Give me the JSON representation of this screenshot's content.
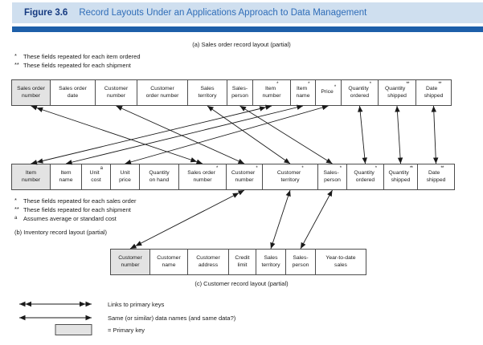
{
  "header": {
    "figure_label": "Figure 3.6",
    "title": "Record Layouts Under an Applications Approach to Data Management"
  },
  "captions": {
    "a": "(a) Sales order record layout (partial)",
    "b": "(b) Inventory record layout (partial)",
    "c": "(c) Customer record layout (partial)"
  },
  "notes": {
    "a": [
      {
        "marker": "*",
        "text": "These fields repeated for each item ordered"
      },
      {
        "marker": "**",
        "text": "These fields repeated for each shipment"
      }
    ],
    "b": [
      {
        "marker": "*",
        "text": "These fields repeated for each sales order"
      },
      {
        "marker": "**",
        "text": "These fields repeated for each shipment"
      },
      {
        "marker": "a",
        "text": "Assumes average or standard cost"
      }
    ]
  },
  "records": {
    "a": {
      "name": "Sales order record",
      "fields": [
        {
          "label": "Sales order\nnumber",
          "marker": "",
          "primary_key": true
        },
        {
          "label": "Sales order\ndate",
          "marker": "",
          "primary_key": false
        },
        {
          "label": "Customer\nnumber",
          "marker": "",
          "primary_key": false
        },
        {
          "label": "Customer\norder number",
          "marker": "",
          "primary_key": false
        },
        {
          "label": "Sales\nterritory",
          "marker": "",
          "primary_key": false
        },
        {
          "label": "Sales-\nperson",
          "marker": "",
          "primary_key": false
        },
        {
          "label": "Item\nnumber",
          "marker": "*",
          "primary_key": false
        },
        {
          "label": "Item\nname",
          "marker": "*",
          "primary_key": false
        },
        {
          "label": "Price",
          "marker": "*",
          "primary_key": false
        },
        {
          "label": "Quantity\nordered",
          "marker": "*",
          "primary_key": false
        },
        {
          "label": "Quantity\nshipped",
          "marker": "**",
          "primary_key": false
        },
        {
          "label": "Date\nshipped",
          "marker": "**",
          "primary_key": false
        }
      ]
    },
    "b": {
      "name": "Inventory record",
      "fields": [
        {
          "label": "Item\nnumber",
          "marker": "",
          "primary_key": true
        },
        {
          "label": "Item\nname",
          "marker": "",
          "primary_key": false
        },
        {
          "label": "Unit\ncost",
          "marker": "a",
          "primary_key": false
        },
        {
          "label": "Unit\nprice",
          "marker": "",
          "primary_key": false
        },
        {
          "label": "Quantity\non hand",
          "marker": "",
          "primary_key": false
        },
        {
          "label": "Sales order\nnumber",
          "marker": "*",
          "primary_key": false
        },
        {
          "label": "Customer\nnumber",
          "marker": "*",
          "primary_key": false
        },
        {
          "label": "Customer\nterritory",
          "marker": "*",
          "primary_key": false
        },
        {
          "label": "Sales-\nperson",
          "marker": "*",
          "primary_key": false
        },
        {
          "label": "Quantity\nordered",
          "marker": "*",
          "primary_key": false
        },
        {
          "label": "Quantity\nshipped",
          "marker": "**",
          "primary_key": false
        },
        {
          "label": "Date\nshipped",
          "marker": "**",
          "primary_key": false
        }
      ]
    },
    "c": {
      "name": "Customer record",
      "fields": [
        {
          "label": "Customer\nnumber",
          "marker": "",
          "primary_key": true
        },
        {
          "label": "Customer\nname",
          "marker": "",
          "primary_key": false
        },
        {
          "label": "Customer\naddress",
          "marker": "",
          "primary_key": false
        },
        {
          "label": "Credit\nlimit",
          "marker": "",
          "primary_key": false
        },
        {
          "label": "Sales\nterritory",
          "marker": "",
          "primary_key": false
        },
        {
          "label": "Sales-\nperson",
          "marker": "",
          "primary_key": false
        },
        {
          "label": "Year-to-date\nsales",
          "marker": "",
          "primary_key": false
        }
      ]
    }
  },
  "connections": [
    {
      "from": "a.0",
      "to": "b.5",
      "type": "primary_key_link"
    },
    {
      "from": "a.6",
      "to": "b.0",
      "type": "primary_key_link"
    },
    {
      "from": "a.7",
      "to": "b.1",
      "type": "same_name"
    },
    {
      "from": "a.8",
      "to": "b.3",
      "type": "same_name"
    },
    {
      "from": "a.2",
      "to": "b.6",
      "type": "same_name"
    },
    {
      "from": "a.4",
      "to": "b.7",
      "type": "same_name"
    },
    {
      "from": "a.5",
      "to": "b.8",
      "type": "same_name"
    },
    {
      "from": "a.9",
      "to": "b.9",
      "type": "same_name"
    },
    {
      "from": "a.10",
      "to": "b.10",
      "type": "same_name"
    },
    {
      "from": "a.11",
      "to": "b.11",
      "type": "same_name"
    },
    {
      "from": "b.6",
      "to": "c.0",
      "type": "primary_key_link"
    },
    {
      "from": "b.7",
      "to": "c.4",
      "type": "same_name"
    },
    {
      "from": "b.8",
      "to": "c.5",
      "type": "same_name"
    }
  ],
  "legend": [
    {
      "symbol": "double-arrow",
      "label": "Links to primary keys"
    },
    {
      "symbol": "single-arrow",
      "label": "Same (or similar) data names (and same data?)"
    },
    {
      "symbol": "shaded-box",
      "label": "= Primary key"
    }
  ],
  "colors": {
    "header_band": "#cfdfef",
    "figure_label": "#153a80",
    "title": "#2f6db8",
    "rule": "#1d5fa9",
    "primary_key_fill": "#e3e3e3",
    "arrow": "#1a1a1a",
    "cell_border": "#4d4d4d"
  }
}
